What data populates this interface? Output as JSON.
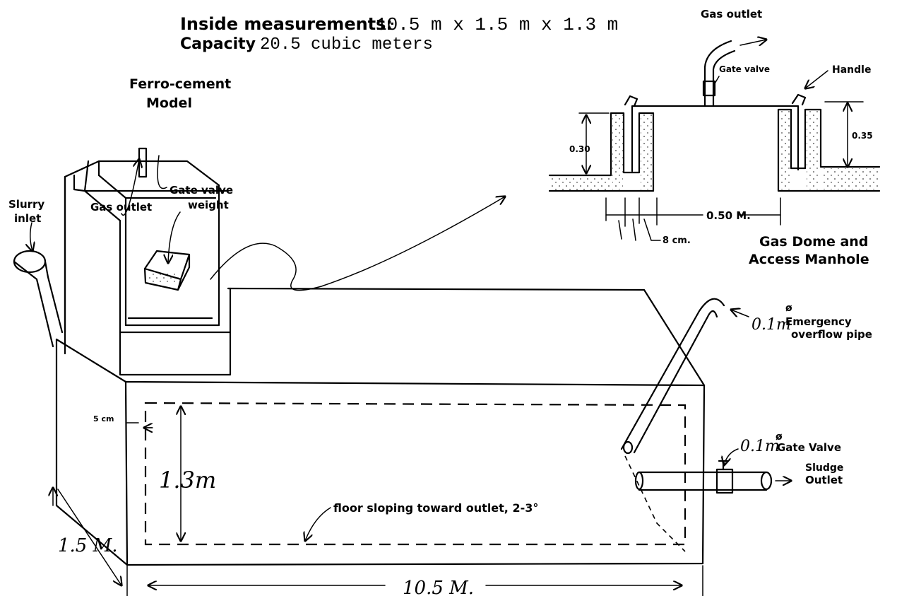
{
  "header": {
    "meas_label": "Inside measurements:",
    "meas_value": "10.5 m x 1.5 m x 1.3 m",
    "cap_label": "Capacity",
    "cap_value": "20.5 cubic meters"
  },
  "model_title": [
    "Ferro-cement",
    "Model"
  ],
  "tank_labels": {
    "slurry_inlet": [
      "Slurry",
      "inlet"
    ],
    "gas_outlet": "Gas outlet",
    "gate_valve_weight": [
      "Gate valve",
      "weight"
    ],
    "wall_thickness": "5 cm",
    "height": "1.3m",
    "floor_note": "floor sloping toward outlet, 2-3°",
    "length": "10.5 M.",
    "width": "1.5 M.",
    "overflow_diameter": "0.1m",
    "overflow_label": [
      "Emergency",
      "overflow pipe"
    ],
    "sludge_valve_diameter": "0.1m",
    "sludge_valve_label": "Gate Valve",
    "sludge_outlet": [
      "Sludge",
      "Outlet"
    ],
    "diameter_symbol": "ø"
  },
  "detail": {
    "gas_outlet": "Gas outlet",
    "gate_valve": "Gate valve",
    "handle": "Handle",
    "dim_left": "0.30",
    "dim_right": "0.35",
    "dim_width": "0.50 M.",
    "dim_gap": "8 cm.",
    "title": [
      "Gas Dome and",
      "Access Manhole"
    ]
  }
}
